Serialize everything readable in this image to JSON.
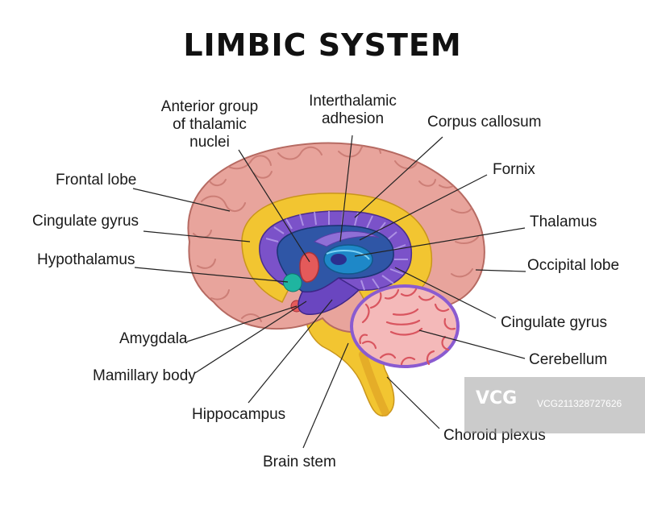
{
  "title": "LIMBIC SYSTEM",
  "labels": {
    "anterior_group": "Anterior group\nof thalamic nuclei",
    "interthalamic": "Interthalamic\nadhesion",
    "corpus_callosum": "Corpus callosum",
    "fornix": "Fornix",
    "frontal_lobe": "Frontal lobe",
    "cingulate_left": "Cingulate gyrus",
    "thalamus": "Thalamus",
    "hypothalamus": "Hypothalamus",
    "occipital_lobe": "Occipital lobe",
    "cingulate_right": "Cingulate gyrus",
    "amygdala": "Amygdala",
    "cerebellum": "Cerebellum",
    "mamillary_body": "Mamillary body",
    "hippocampus": "Hippocampus",
    "choroid_plexus": "Choroid plexus",
    "brain_stem": "Brain stem"
  },
  "watermark": {
    "logo": "VCG",
    "id": "VCG211328727626"
  },
  "colors": {
    "cortex": "#e8a49c",
    "cortex_dark": "#c97a73",
    "cingulate": "#f2c531",
    "corpus_callosum": "#7b52c9",
    "ventricle": "#2f56a6",
    "thalamus": "#1e88c8",
    "anterior_nuclei": "#e45a5a",
    "hypothalamus": "#1fb5a0",
    "cerebellum": "#f4b9b9",
    "brain_stem": "#f2c531"
  }
}
